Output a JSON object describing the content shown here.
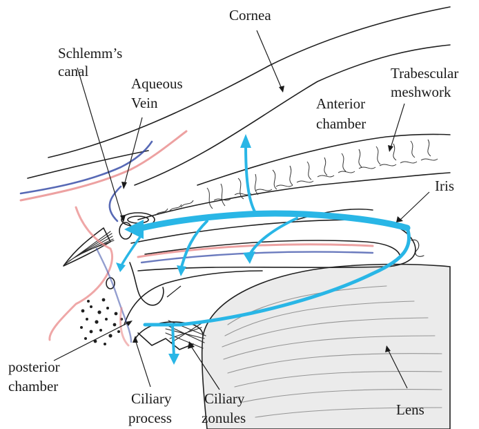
{
  "labels": {
    "cornea": "Cornea",
    "schlemms_line1": "Schlemm’s",
    "schlemms_line2": "canal",
    "aqueous_line1": "Aqueous",
    "aqueous_line2": "Vein",
    "trabecular_line1": "Trabescular",
    "trabecular_line2": "meshwork",
    "anterior_line1": "Anterior",
    "anterior_line2": "chamber",
    "iris": "Iris",
    "posterior_line1": "posterior",
    "posterior_line2": "chamber",
    "ciliary_process_line1": "Ciliary",
    "ciliary_process_line2": "process",
    "ciliary_zonules_line1": "Ciliary",
    "ciliary_zonules_line2": "zonules",
    "lens": "Lens"
  },
  "colors": {
    "aqueous_flow": "#29b6e6",
    "vein_blue": "#3a4fa8",
    "vessel_red": "#e98a8a",
    "lens_fill": "#ebebeb",
    "ink": "#1f1f1f"
  }
}
